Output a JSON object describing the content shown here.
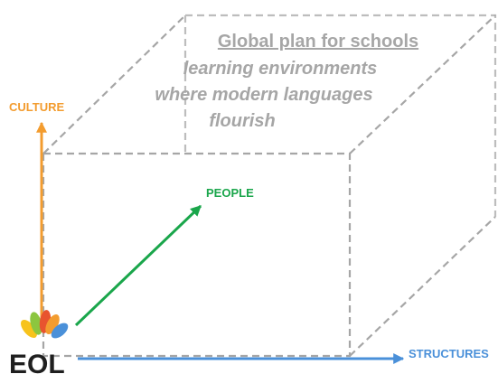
{
  "diagram": {
    "title": "Global plan for schools",
    "subtitle_lines": [
      "learning environments",
      "where modern languages",
      "flourish"
    ],
    "axes": {
      "culture": {
        "label": "CULTURE",
        "color": "#f39c2f"
      },
      "people": {
        "label": "PEOPLE",
        "color": "#1aa64b"
      },
      "structures": {
        "label": "STRUCTURES",
        "color": "#4a90d9"
      }
    },
    "logo": {
      "text": "EOL",
      "petal_colors": [
        "#f7c31c",
        "#8cc63f",
        "#e8542f",
        "#f39c2f",
        "#4a90d9"
      ]
    },
    "cube_color": "#a6a6a6"
  }
}
